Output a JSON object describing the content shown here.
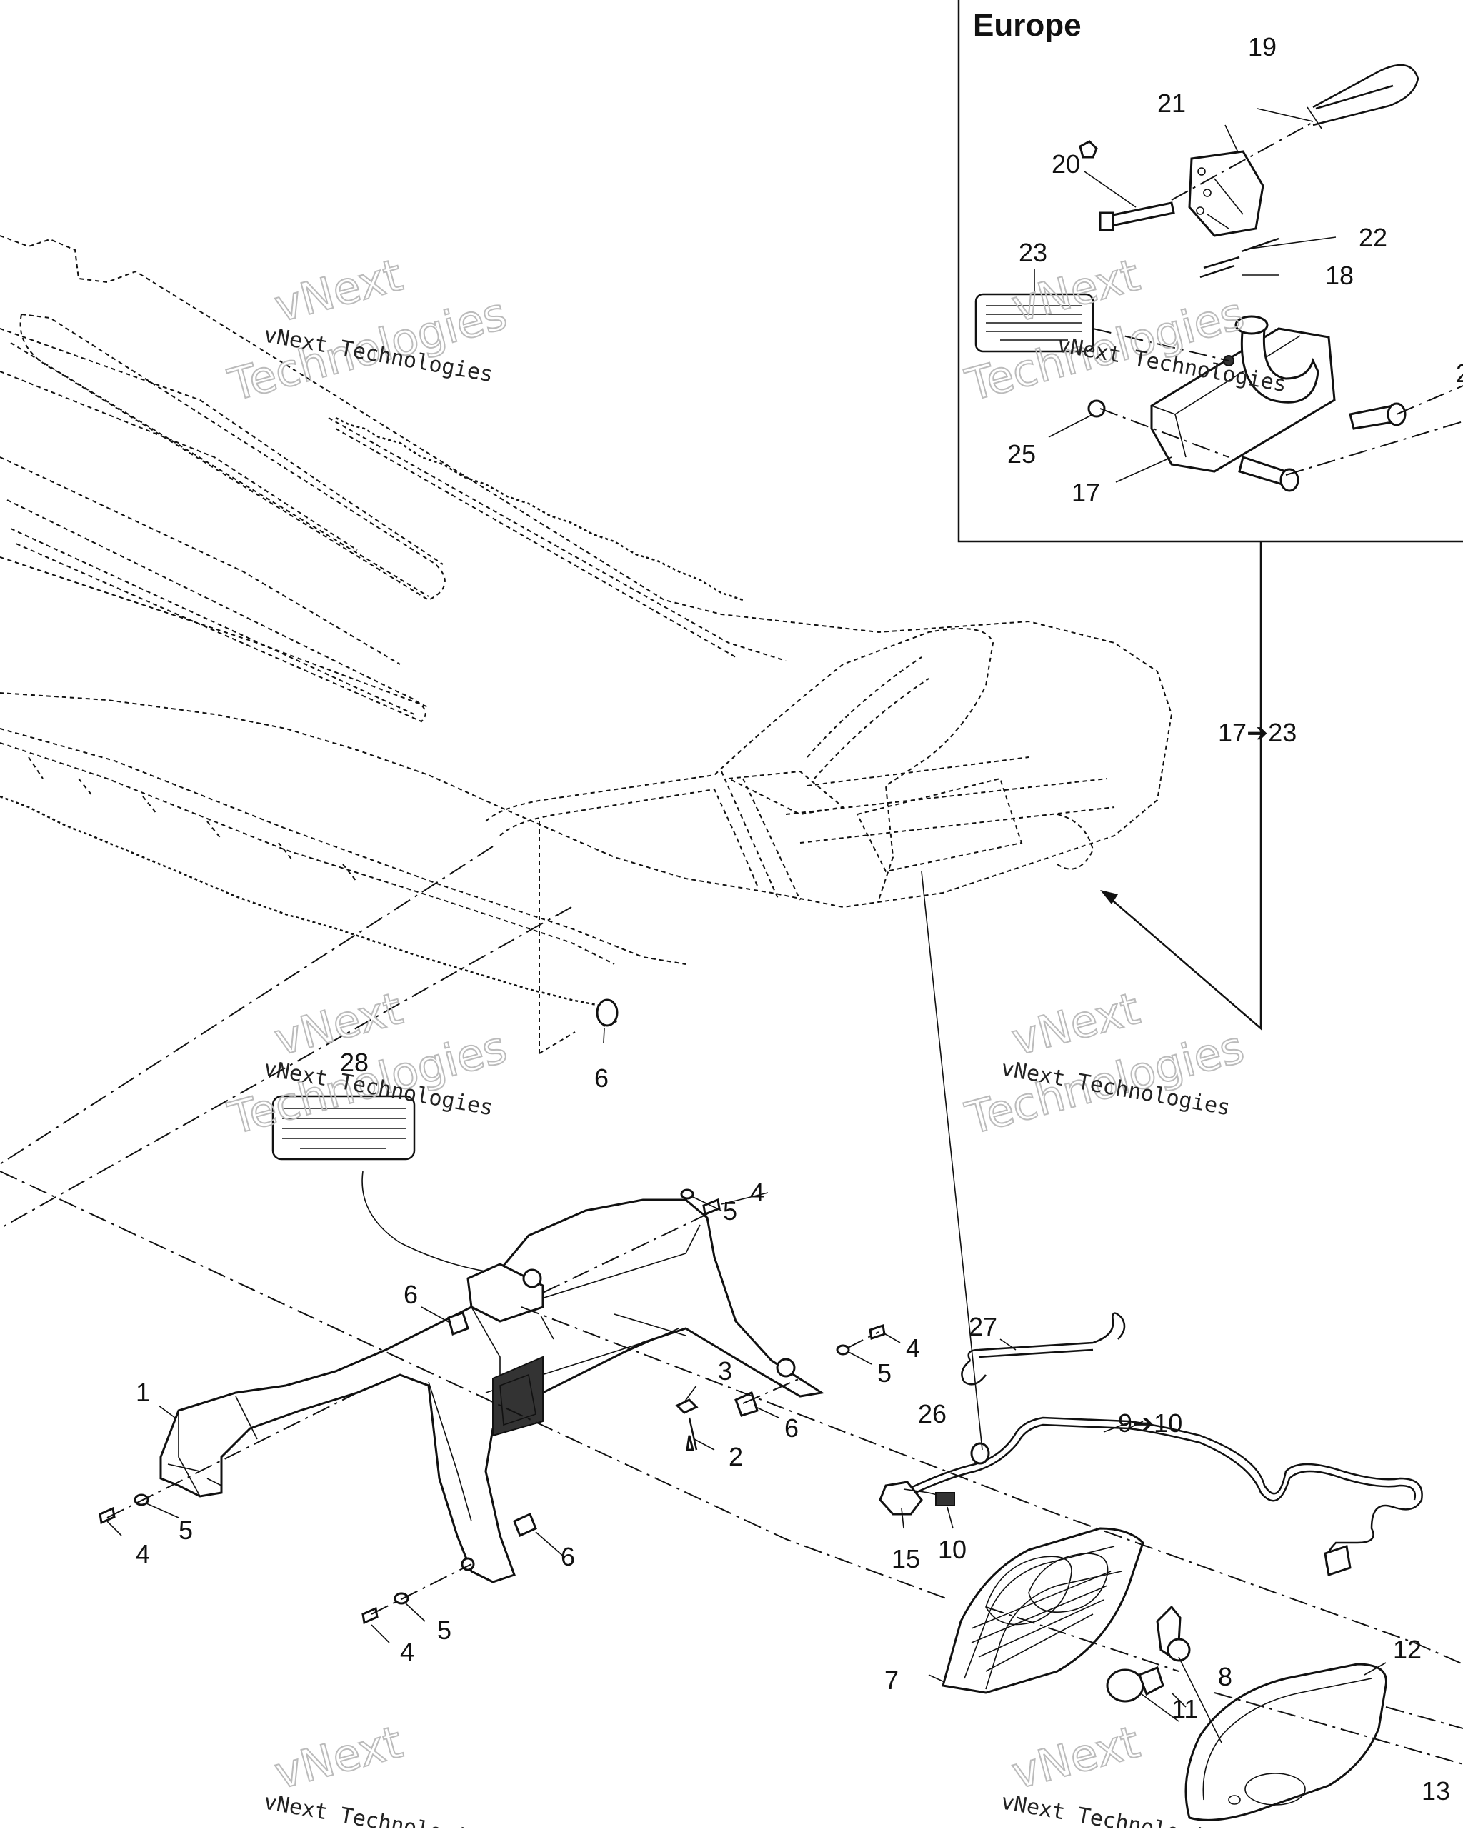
{
  "inset": {
    "title": "Europe"
  },
  "callouts": {
    "c1": "1",
    "c2": "2",
    "c3": "3",
    "c4a": "4",
    "c4b": "4",
    "c4c": "4",
    "c4d": "4",
    "c5a": "5",
    "c5b": "5",
    "c5c": "5",
    "c5d": "5",
    "c6a": "6",
    "c6b": "6",
    "c6c": "6",
    "c6d": "6",
    "c7": "7",
    "c8": "8",
    "c9": "9➔10",
    "c10": "10",
    "c11": "11",
    "c12": "12",
    "c13": "13",
    "c15": "15",
    "c17": "17",
    "c17_23": "17➔23",
    "c18": "18",
    "c19": "19",
    "c20": "20",
    "c21": "21",
    "c22": "22",
    "c23": "23",
    "c24": "2",
    "c25": "25",
    "c26": "26",
    "c27": "27",
    "c28": "28"
  },
  "watermark": {
    "line1": "vNext Technologies",
    "line2": "vNext",
    "line3": "Technologies"
  }
}
